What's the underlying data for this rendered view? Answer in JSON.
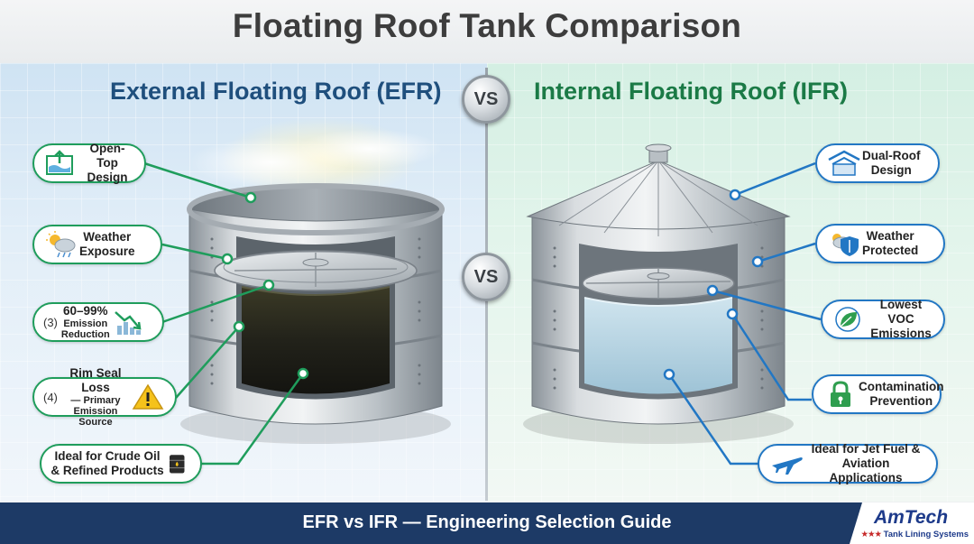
{
  "title": "Floating Roof Tank Comparison",
  "left": {
    "heading": "External Floating Roof (EFR)",
    "callouts": [
      {
        "lines": [
          "Open-Top",
          "Design"
        ],
        "icon": "open-top-tank-icon"
      },
      {
        "lines": [
          "Weather",
          "Exposure"
        ],
        "icon": "weather-cloud-icon"
      },
      {
        "number": "(3)",
        "line1": "60–99%",
        "line2": "Emission",
        "line3": "Reduction",
        "icon": "emission-chart-icon"
      },
      {
        "number": "(4)",
        "line1": "Rim Seal Loss",
        "line2": "— Primary",
        "line3": "Emission Source",
        "icon": "warning-icon"
      },
      {
        "lines": [
          "Ideal for Crude Oil",
          "& Refined Products"
        ],
        "icon": "oil-barrel-icon"
      }
    ]
  },
  "right": {
    "heading": "Internal Floating Roof (IFR)",
    "callouts": [
      {
        "lines": [
          "Dual-Roof",
          "Design"
        ],
        "icon": "dual-roof-icon"
      },
      {
        "lines": [
          "Weather",
          "Protected"
        ],
        "icon": "weather-shield-icon"
      },
      {
        "lines": [
          "Lowest VOC",
          "Emissions"
        ],
        "icon": "leaf-icon"
      },
      {
        "lines": [
          "Contamination",
          "Prevention"
        ],
        "icon": "lock-icon"
      },
      {
        "lines": [
          "Ideal for Jet Fuel &",
          "Aviation Applications"
        ],
        "icon": "airplane-icon"
      }
    ]
  },
  "vs_label": "VS",
  "footer": {
    "text": "EFR vs IFR — Engineering Selection Guide",
    "brand": "AmTech",
    "stars": "★★★",
    "tagline": "Tank Lining Systems"
  },
  "colors": {
    "efr_accent": "#1f9d5c",
    "ifr_accent": "#2277c4",
    "efr_heading": "#1f4f7d",
    "ifr_heading": "#1b7a46",
    "footer_bg": "#1d3a66"
  }
}
